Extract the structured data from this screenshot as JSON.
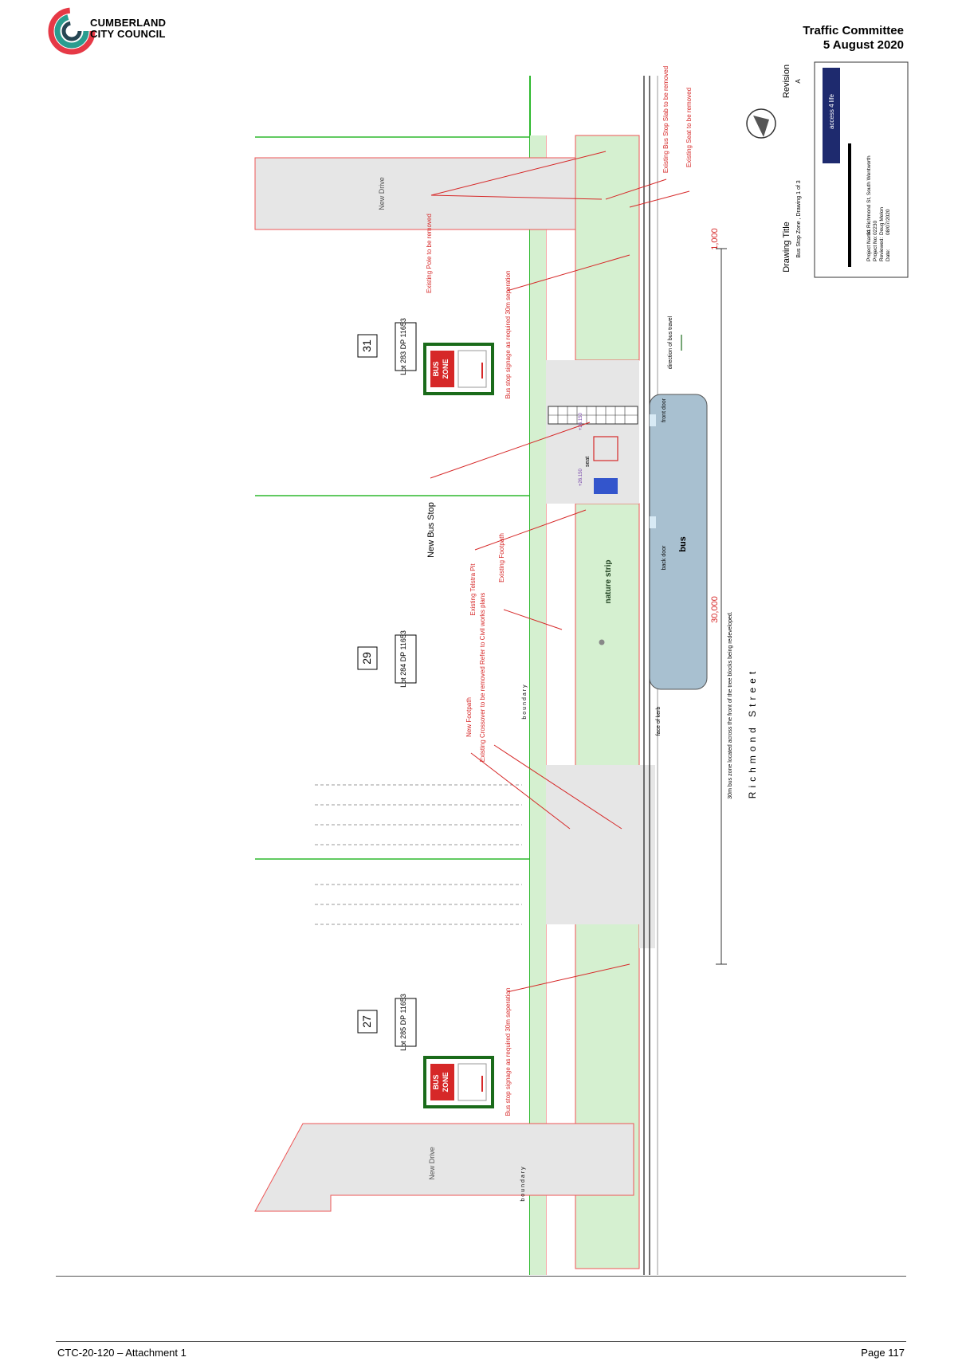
{
  "header": {
    "org_line1": "CUMBERLAND",
    "org_line2": "CITY COUNCIL",
    "committee": "Traffic Committee",
    "date": "5 August 2020"
  },
  "footer": {
    "doc_ref": "CTC-20-120 – Attachment 1",
    "page": "Page 117"
  },
  "drawing": {
    "revision_label": "Revision",
    "revision_value": "A",
    "title_label": "Drawing Title",
    "title_value": "Bus Stop Zone , Drawing 1 of 3",
    "brand": "access 4 life",
    "project_name_label": "Project Name:",
    "project_name_value": "31 Richmond St, South Wentworth",
    "project_no_label": "Project No:",
    "project_no_value": "02230",
    "reviewed_label": "Reviewed:",
    "reviewed_value": "Doug Melon",
    "date_label": "Date:",
    "date_value": "08/07/2020"
  },
  "labels": {
    "new_drive_top": "New Drive",
    "new_drive_bottom": "New Drive",
    "existing_pole": "Existing Pole to be removed",
    "existing_slab": "Existing Bus Stop Slab to be removed",
    "existing_seat": "Existing Seat to be removed",
    "lot_31_no": "31",
    "lot_31": "Lot 283 DP 11653",
    "lot_29_no": "29",
    "lot_29": "Lot 284 DP 11653",
    "lot_27_no": "27",
    "lot_27": "Lot 285 DP 11653",
    "signage_top": "Bus stop signage as required 30m seperation",
    "signage_bottom": "Bus stop signage as required 30m seperation",
    "new_bus_stop": "New Bus Stop",
    "telstra_pit": "Existing Telstra Pit",
    "existing_footpath": "Existing Footpath",
    "existing_crossover": "Existing Crossover to be removed Refer to Civil works plans",
    "new_footpath": "New Footpath",
    "boundary_top": "boundary",
    "boundary_bottom": "boundary",
    "nature_strip": "nature strip",
    "seat": "seat",
    "bus": "bus",
    "front_door": "front door",
    "back_door": "back door",
    "direction": "direction of bus travel",
    "face_of_kerb": "face of kerb",
    "dim_30000": "30,000",
    "dim_1000": "1,000",
    "bus_zone_note": "30m bus zone located across the front of the tree blocks being redeveloped.",
    "street": "Richmond Street",
    "sign_text1": "BUS",
    "sign_text2": "ZONE",
    "level_1": "+26.150",
    "level_2": "+26.150"
  }
}
